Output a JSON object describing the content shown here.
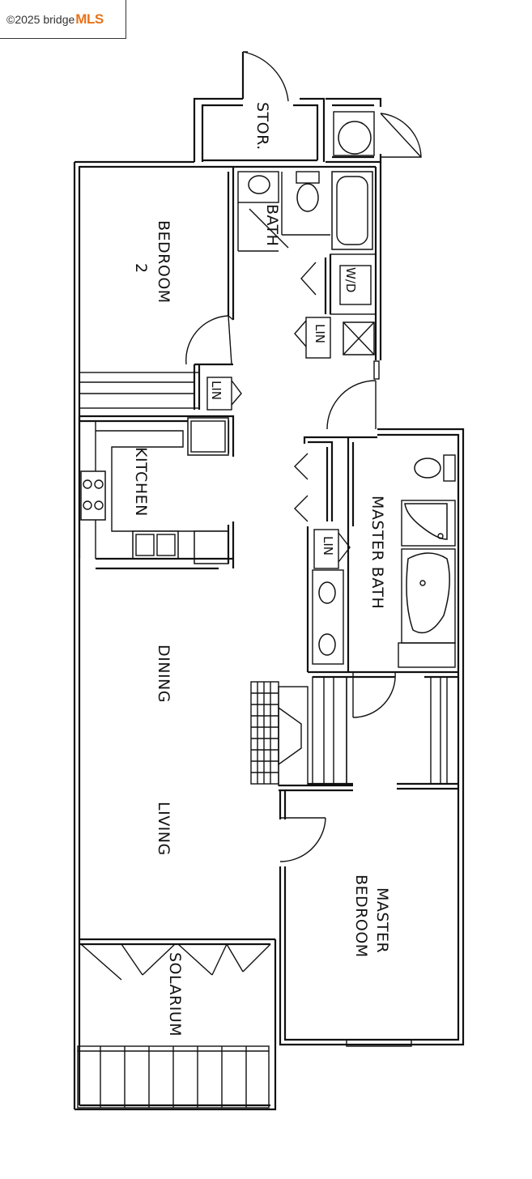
{
  "watermark": {
    "prefix": "©2025 bridge",
    "brand": "MLS",
    "brand_color": "#e8731b"
  },
  "rooms": {
    "storage": "STOR.",
    "bath": "BATH",
    "bedroom2_line1": "BEDROOM",
    "bedroom2_line2": "2",
    "kitchen": "KITCHEN",
    "master_bath": "MASTER BATH",
    "dining": "DINING",
    "living": "LIVING",
    "master_bedroom_line1": "MASTER",
    "master_bedroom_line2": "BEDROOM",
    "solarium": "SOLARIUM"
  },
  "closets": {
    "washer_dryer": "W/D",
    "linen_hall_upper": "LIN",
    "linen_hall_lower": "LIN",
    "linen_master": "LIN"
  }
}
